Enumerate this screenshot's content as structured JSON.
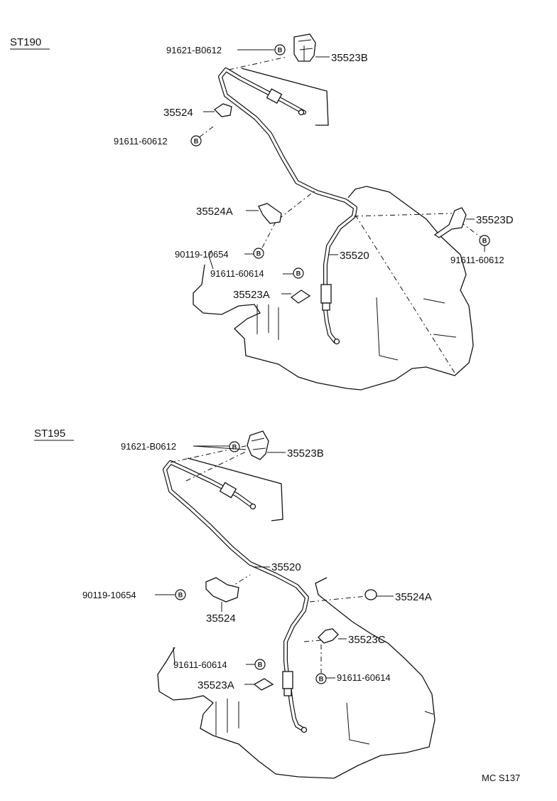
{
  "sections": [
    {
      "title": "ST190",
      "labels": {
        "bolt_top": "91621-B0612",
        "bracket_top": "35523B",
        "clamp": "35524",
        "bolt_clamp": "91611-60612",
        "clamp_a": "35524A",
        "bracket_d": "35523D",
        "bolt_d": "91611-60612",
        "bolt_a": "90119-10654",
        "cable": "35520",
        "bolt_mid": "91611-60614",
        "bracket_a": "35523A"
      }
    },
    {
      "title": "ST195",
      "labels": {
        "bolt_top": "91621-B0612",
        "bracket_top": "35523B",
        "cable": "35520",
        "bolt_a": "90119-10654",
        "clamp": "35524",
        "clamp_a": "35524A",
        "bracket_c": "35523C",
        "bolt_mid": "91611-60614",
        "bolt_c": "91611-60614",
        "bracket_a": "35523A"
      }
    }
  ],
  "bolt_marker": "B",
  "footer_code": "MC S137"
}
